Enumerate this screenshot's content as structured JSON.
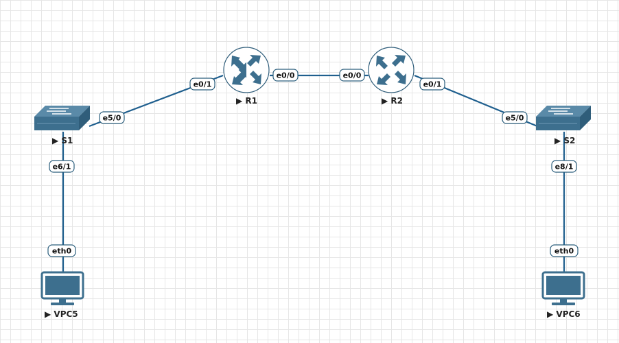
{
  "colors": {
    "device_fill": "#3d6f8e",
    "device_light": "#5a8aa8",
    "router_ring": "#2f5d7a",
    "link": "#1f5f8e"
  },
  "nodes": {
    "r1": {
      "label": "▶ R1",
      "icon": "router-icon"
    },
    "r2": {
      "label": "▶ R2",
      "icon": "router-icon"
    },
    "s1": {
      "label": "▶ S1",
      "icon": "switch-icon"
    },
    "s2": {
      "label": "▶ S2",
      "icon": "switch-icon"
    },
    "vpc5": {
      "label": "▶ VPC5",
      "icon": "monitor-icon"
    },
    "vpc6": {
      "label": "▶ VPC6",
      "icon": "monitor-icon"
    }
  },
  "ports": {
    "r1_e0_1": "e0/1",
    "r1_e0_0": "e0/0",
    "r2_e0_0": "e0/0",
    "r2_e0_1": "e0/1",
    "s1_e5_0": "e5/0",
    "s1_e6_1": "e6/1",
    "s2_e5_0": "e5/0",
    "s2_e8_1": "e8/1",
    "vpc5_eth0": "eth0",
    "vpc6_eth0": "eth0"
  }
}
